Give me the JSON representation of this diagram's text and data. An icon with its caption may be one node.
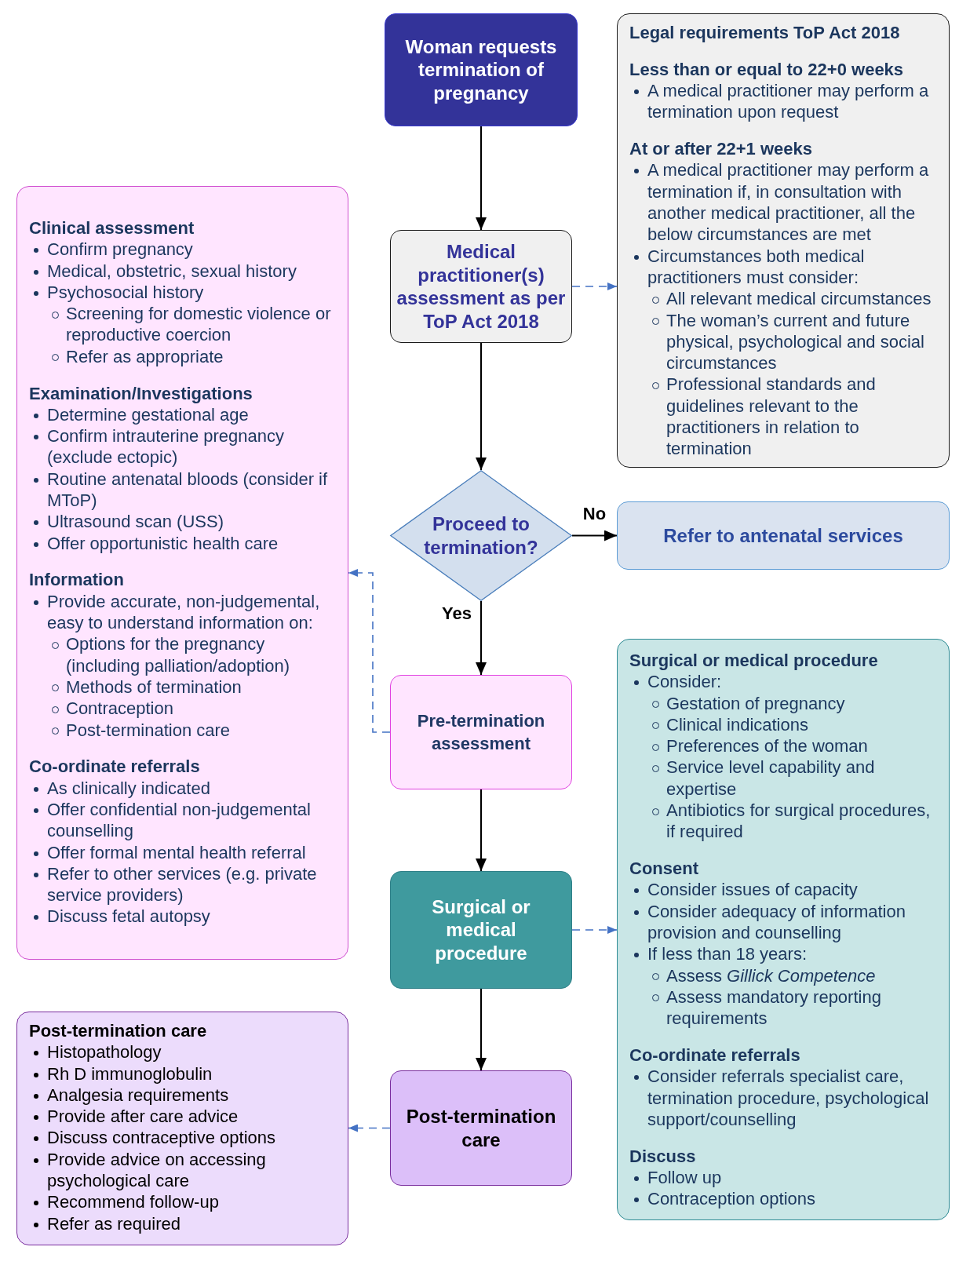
{
  "diagram": {
    "nodes": [
      {
        "text": [
          "Woman requests termination of pregnancy"
        ]
      },
      {
        "text": [
          "Legal requirements ToP Act 2018",
          "Less than or equal to 22+0 weeks",
          "A medical practitioner may perform a termination upon request",
          "At or after 22+1 weeks",
          "A medical practitioner may perform a termination if, in consultation with another medical practitioner, all the below circumstances are met",
          "Circumstances both medical practitioners must consider:",
          "All relevant medical circumstances",
          "The woman’s current and future physical, psychological and social circumstances",
          "Professional standards and guidelines relevant to the practitioners in relation to termination"
        ]
      },
      {
        "text": [
          "Clinical assessment",
          "Confirm pregnancy",
          "Medical, obstetric, sexual history",
          "Psychosocial history",
          "Screening for domestic violence or reproductive coercion",
          "Refer as appropriate",
          "Examination/Investigations",
          "Determine gestational age",
          "Confirm intrauterine pregnancy (exclude ectopic)",
          "Routine antenatal bloods (consider if MToP)",
          "Ultrasound scan (USS)",
          "Offer opportunistic health care",
          "Information",
          "Provide accurate, non-judgemental, easy to understand information on:",
          "Options for the pregnancy (including palliation/adoption)",
          "Methods of termination",
          "Contraception",
          "Post-termination care",
          "Co-ordinate referrals",
          "As clinically indicated",
          "Offer confidential non-judgemental counselling",
          "Offer formal mental health referral",
          "Refer to other services (e.g. private service providers)",
          "Discuss fetal autopsy"
        ]
      },
      {
        "text": [
          "Medical practitioner(s) assessment as per ToP Act 2018"
        ]
      },
      {
        "text": [
          "Proceed to termination?"
        ]
      },
      {
        "text": [
          "Refer to antenatal services"
        ]
      },
      {
        "text": [
          "Surgical or medical procedure",
          "Consider:",
          "Gestation of pregnancy",
          "Clinical indications",
          "Preferences of the woman",
          "Service level capability and expertise",
          "Antibiotics for surgical procedures, if required",
          "Consent",
          "Consider issues of capacity",
          "Consider adequacy of information provision and counselling",
          "If less than 18 years:",
          "Assess *Gillick Competence*",
          "Assess mandatory reporting requirements",
          "Co-ordinate referrals",
          "Consider referrals specialist care, termination procedure, psychological support/counselling",
          "Discuss",
          "Follow up",
          "Contraception options"
        ]
      },
      {
        "text": [
          "Pre-termination assessment"
        ]
      },
      {
        "text": [
          "Surgical or medical procedure"
        ]
      },
      {
        "text": [
          "Post-termination care",
          "Histopathology",
          "Rh D immunoglobulin",
          "Analgesia requirements",
          "Provide after care advice",
          "Discuss contraceptive options",
          "Provide advice on accessing psychological care",
          "Recommend follow-up",
          "Refer as required"
        ]
      },
      {
        "text": [
          "Post-termination care"
        ]
      }
    ],
    "edges": [
      {
        "from": 0,
        "to": 3,
        "arrow": "to"
      },
      {
        "from": 3,
        "to": 1,
        "arrow": "to",
        "style": "dashed",
        "color": "#4472c4"
      },
      {
        "from": 3,
        "to": 4,
        "arrow": "to"
      },
      {
        "from": 4,
        "to": 5,
        "arrow": "to",
        "label": "No"
      },
      {
        "from": 4,
        "to": 7,
        "arrow": "to",
        "label": "Yes"
      },
      {
        "from": 7,
        "to": 2,
        "arrow": "to",
        "style": "dashed",
        "color": "#4472c4"
      },
      {
        "from": 7,
        "to": 8,
        "arrow": "to"
      },
      {
        "from": 8,
        "to": 6,
        "arrow": "to",
        "style": "dashed",
        "color": "#4472c4"
      },
      {
        "from": 8,
        "to": 10,
        "arrow": "to"
      },
      {
        "from": 10,
        "to": 9,
        "arrow": "to",
        "style": "dashed",
        "color": "#4472c4"
      }
    ]
  }
}
